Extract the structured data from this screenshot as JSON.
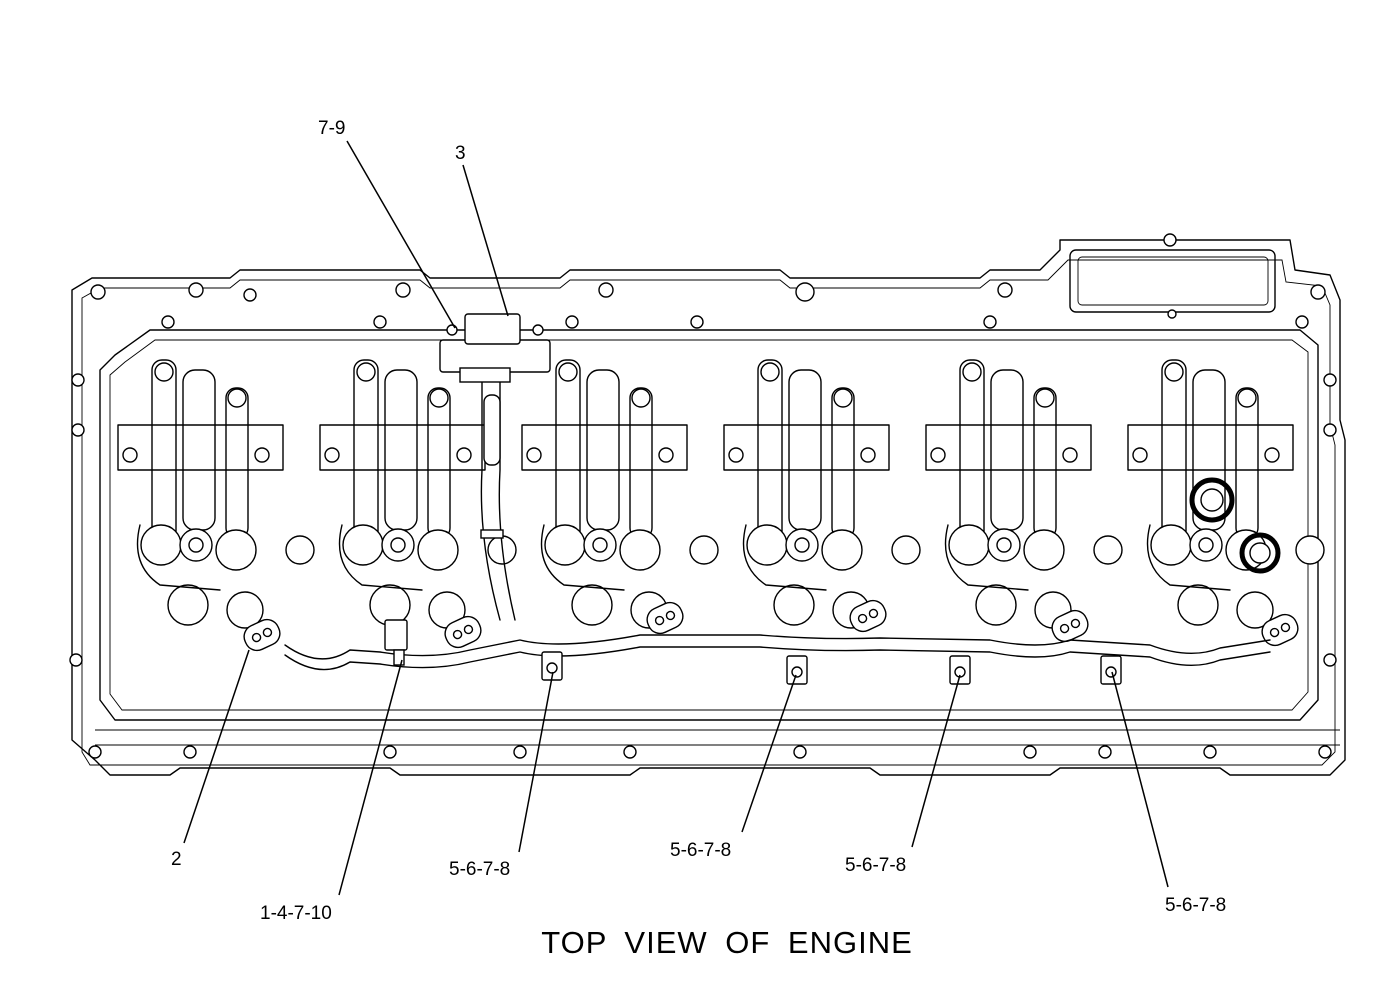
{
  "figure": {
    "caption": "TOP VIEW OF ENGINE",
    "line_color": "#000000",
    "background_color": "#ffffff"
  },
  "callouts": [
    {
      "id": "c1",
      "label": "7-9"
    },
    {
      "id": "c2",
      "label": "3"
    },
    {
      "id": "c3",
      "label": "2"
    },
    {
      "id": "c4",
      "label": "1-4-7-10"
    },
    {
      "id": "c5",
      "label": "5-6-7-8"
    },
    {
      "id": "c6",
      "label": "5-6-7-8"
    },
    {
      "id": "c7",
      "label": "5-6-7-8"
    },
    {
      "id": "c8",
      "label": "5-6-7-8"
    }
  ]
}
